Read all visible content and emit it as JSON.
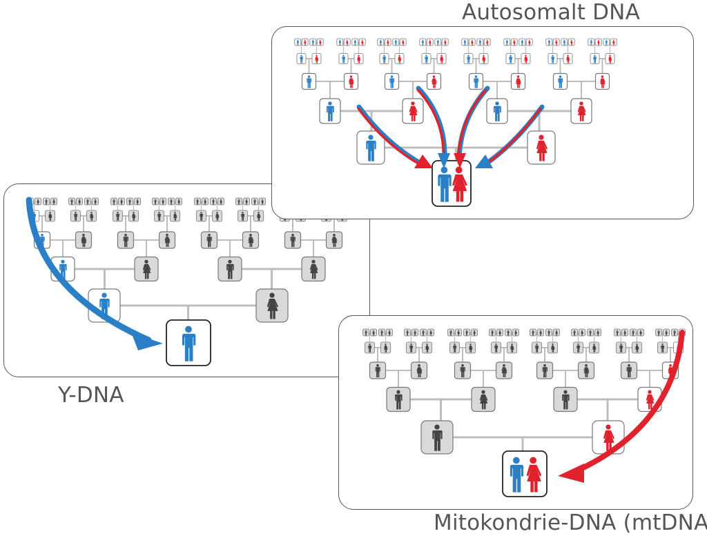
{
  "colors": {
    "male": "#2a7fc6",
    "female": "#e0222c",
    "inactive": "#444444",
    "inactive_fill": "#d9d9d9",
    "connector": "#bdbdbd",
    "border": "#555555",
    "title": "#555555"
  },
  "panels": [
    {
      "id": "autosomal",
      "title": "Autosomalt DNA",
      "mode": "autosomal",
      "description": "All ancestors contribute; arrows from several ancestors to the descendant couple",
      "root": "couple",
      "highlight": "all",
      "arrows": "blue-red"
    },
    {
      "id": "ydna",
      "title": "Y-DNA",
      "mode": "paternal",
      "description": "Only the direct paternal line is highlighted",
      "root": "male",
      "highlight": "paternal-line",
      "arrows": "blue"
    },
    {
      "id": "mtdna",
      "title": "Mitokondrie-DNA (mtDNA)",
      "mode": "maternal",
      "description": "Only the direct maternal line is highlighted",
      "root": "couple",
      "highlight": "maternal-line",
      "arrows": "red"
    }
  ]
}
